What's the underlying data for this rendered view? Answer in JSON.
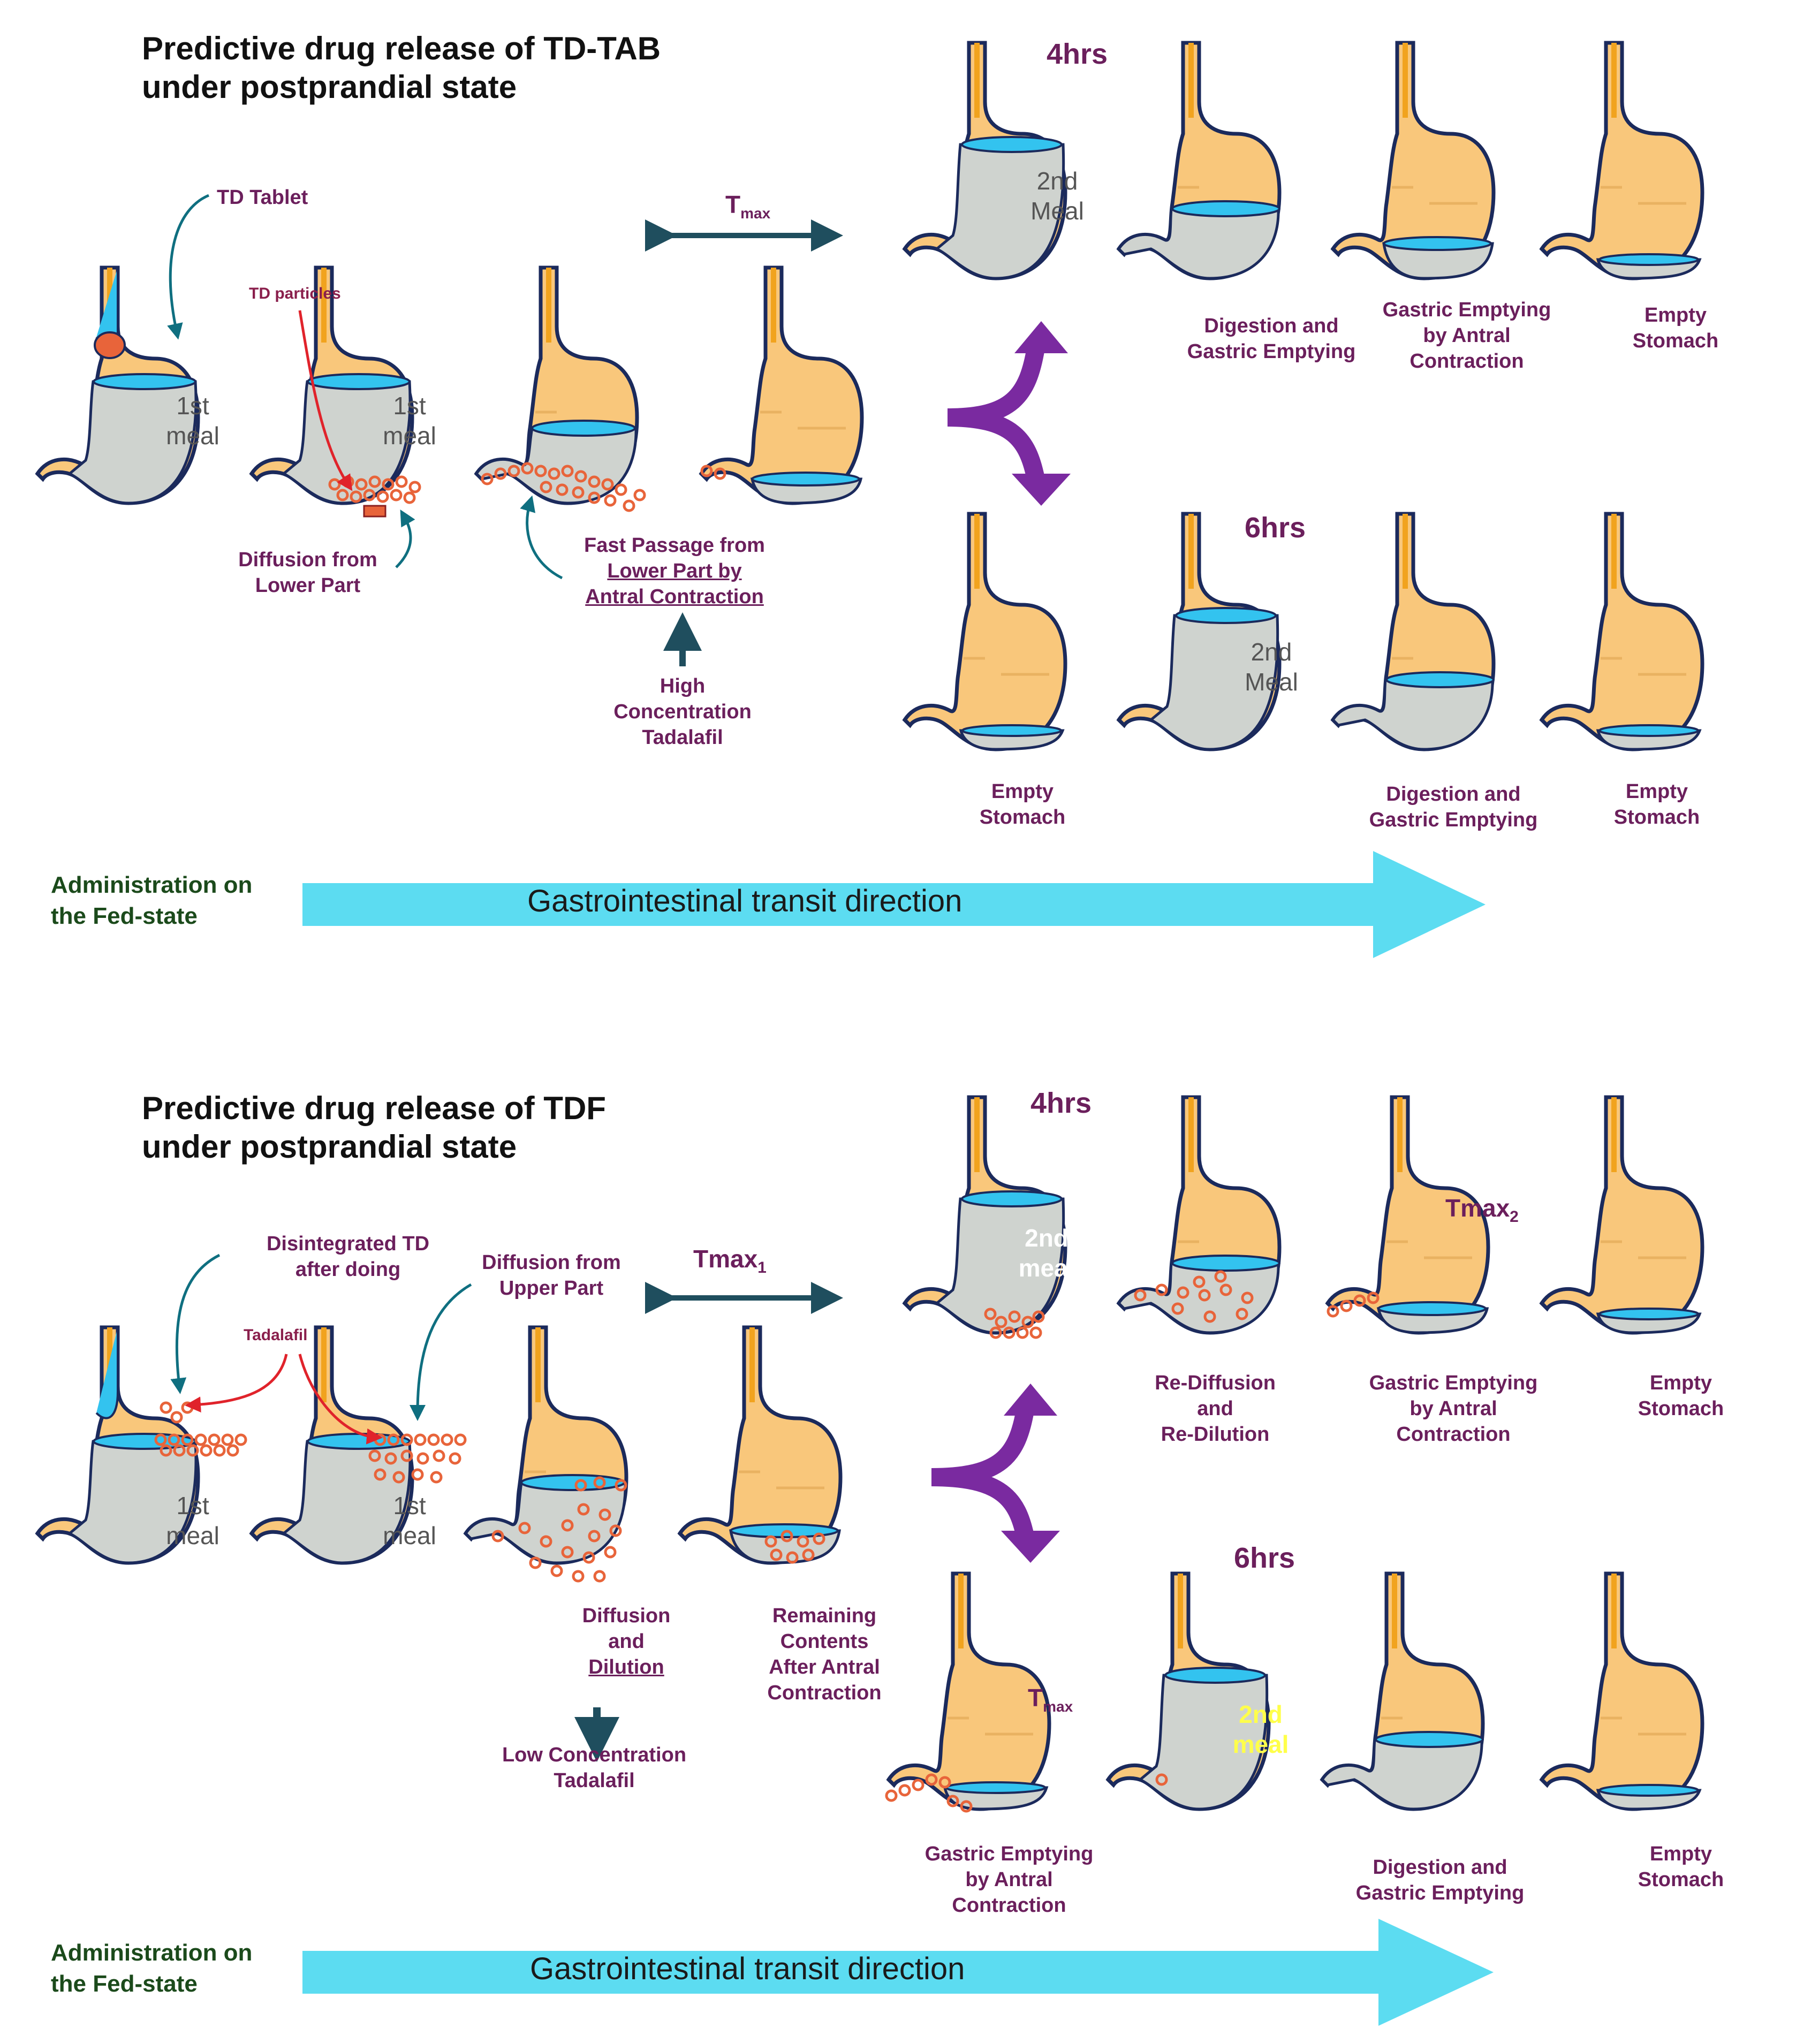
{
  "panels": [
    {
      "title_line1": "Predictive drug release of TD-TAB",
      "title_line2": "under postprandial state",
      "admin_line1": "Administration on",
      "admin_line2": "the Fed-state",
      "transit": "Gastrointestinal transit direction",
      "tmax": "T",
      "tmax_sub": "max",
      "time_upper": "4hrs",
      "time_lower": "6hrs",
      "meal1": "1st meal",
      "meal2_upper": "2nd Meal",
      "meal2_lower": "2nd Meal",
      "labels": {
        "td_tablet": "TD Tablet",
        "td_particles": "TD particles",
        "diffusion_l1": "Diffusion from",
        "diffusion_l2": "Lower Part",
        "fast_l1": "Fast Passage from",
        "fast_l2": "Lower Part by",
        "fast_l3": "Antral Contraction",
        "conc_l1": "High",
        "conc_l2": "Concentration",
        "conc_l3": "Tadalafil",
        "u2_l1": "Digestion and",
        "u2_l2": "Gastric Emptying",
        "u3_l1": "Gastric Emptying",
        "u3_l2": "by Antral",
        "u3_l3": "Contraction",
        "u4_l1": "Empty",
        "u4_l2": "Stomach",
        "d1_l1": "Empty",
        "d1_l2": "Stomach",
        "d3_l1": "Digestion and",
        "d3_l2": "Gastric Emptying",
        "d4_l1": "Empty",
        "d4_l2": "Stomach"
      }
    },
    {
      "title_line1": "Predictive drug release of TDF",
      "title_line2": "under postprandial state",
      "admin_line1": "Administration on",
      "admin_line2": "the Fed-state",
      "transit": "Gastrointestinal transit direction",
      "tmax": "Tmax",
      "tmax_sub": "1",
      "time_upper": "4hrs",
      "time_lower": "6hrs",
      "meal1": "1st meal",
      "meal2_upper": "2nd meal",
      "meal2_lower": "2nd meal",
      "tmax2": "Tmax",
      "tmax2_sub": "2",
      "tmax_lower": "T",
      "tmax_lower_sub": "max",
      "labels": {
        "disint_l1": "Disintegrated TD",
        "disint_l2": "after doing",
        "tadalafil": "Tadalafil",
        "diffusion_l1": "Diffusion from",
        "diffusion_l2": "Upper Part",
        "dd_l1": "Diffusion",
        "dd_l2": "and",
        "dd_l3": "Dilution",
        "rem_l1": "Remaining",
        "rem_l2": "Contents",
        "rem_l3": "After Antral",
        "rem_l4": "Contraction",
        "conc_l1": "Low Concentration",
        "conc_l2": "Tadalafil",
        "u2_l1": "Re-Diffusion",
        "u2_l2": "and",
        "u2_l3": "Re-Dilution",
        "u3_l1": "Gastric Emptying",
        "u3_l2": "by Antral",
        "u3_l3": "Contraction",
        "u4_l1": "Empty",
        "u4_l2": "Stomach",
        "d1_l1": "Gastric Emptying",
        "d1_l2": "by Antral",
        "d1_l3": "Contraction",
        "d3_l1": "Digestion and",
        "d3_l2": "Gastric Emptying",
        "d4_l1": "Empty",
        "d4_l2": "Stomach"
      }
    }
  ],
  "colors": {
    "stomach_fill": "#f9c77b",
    "stomach_outline": "#1b2a5c",
    "content": "#cfd3cf",
    "liquid": "#33c3ef",
    "particle": "#e8643a",
    "transit_arrow": "#5cdcf1",
    "branch_arrow": "#7a2aa0",
    "tmax_arrow": "#1f4e5e"
  }
}
